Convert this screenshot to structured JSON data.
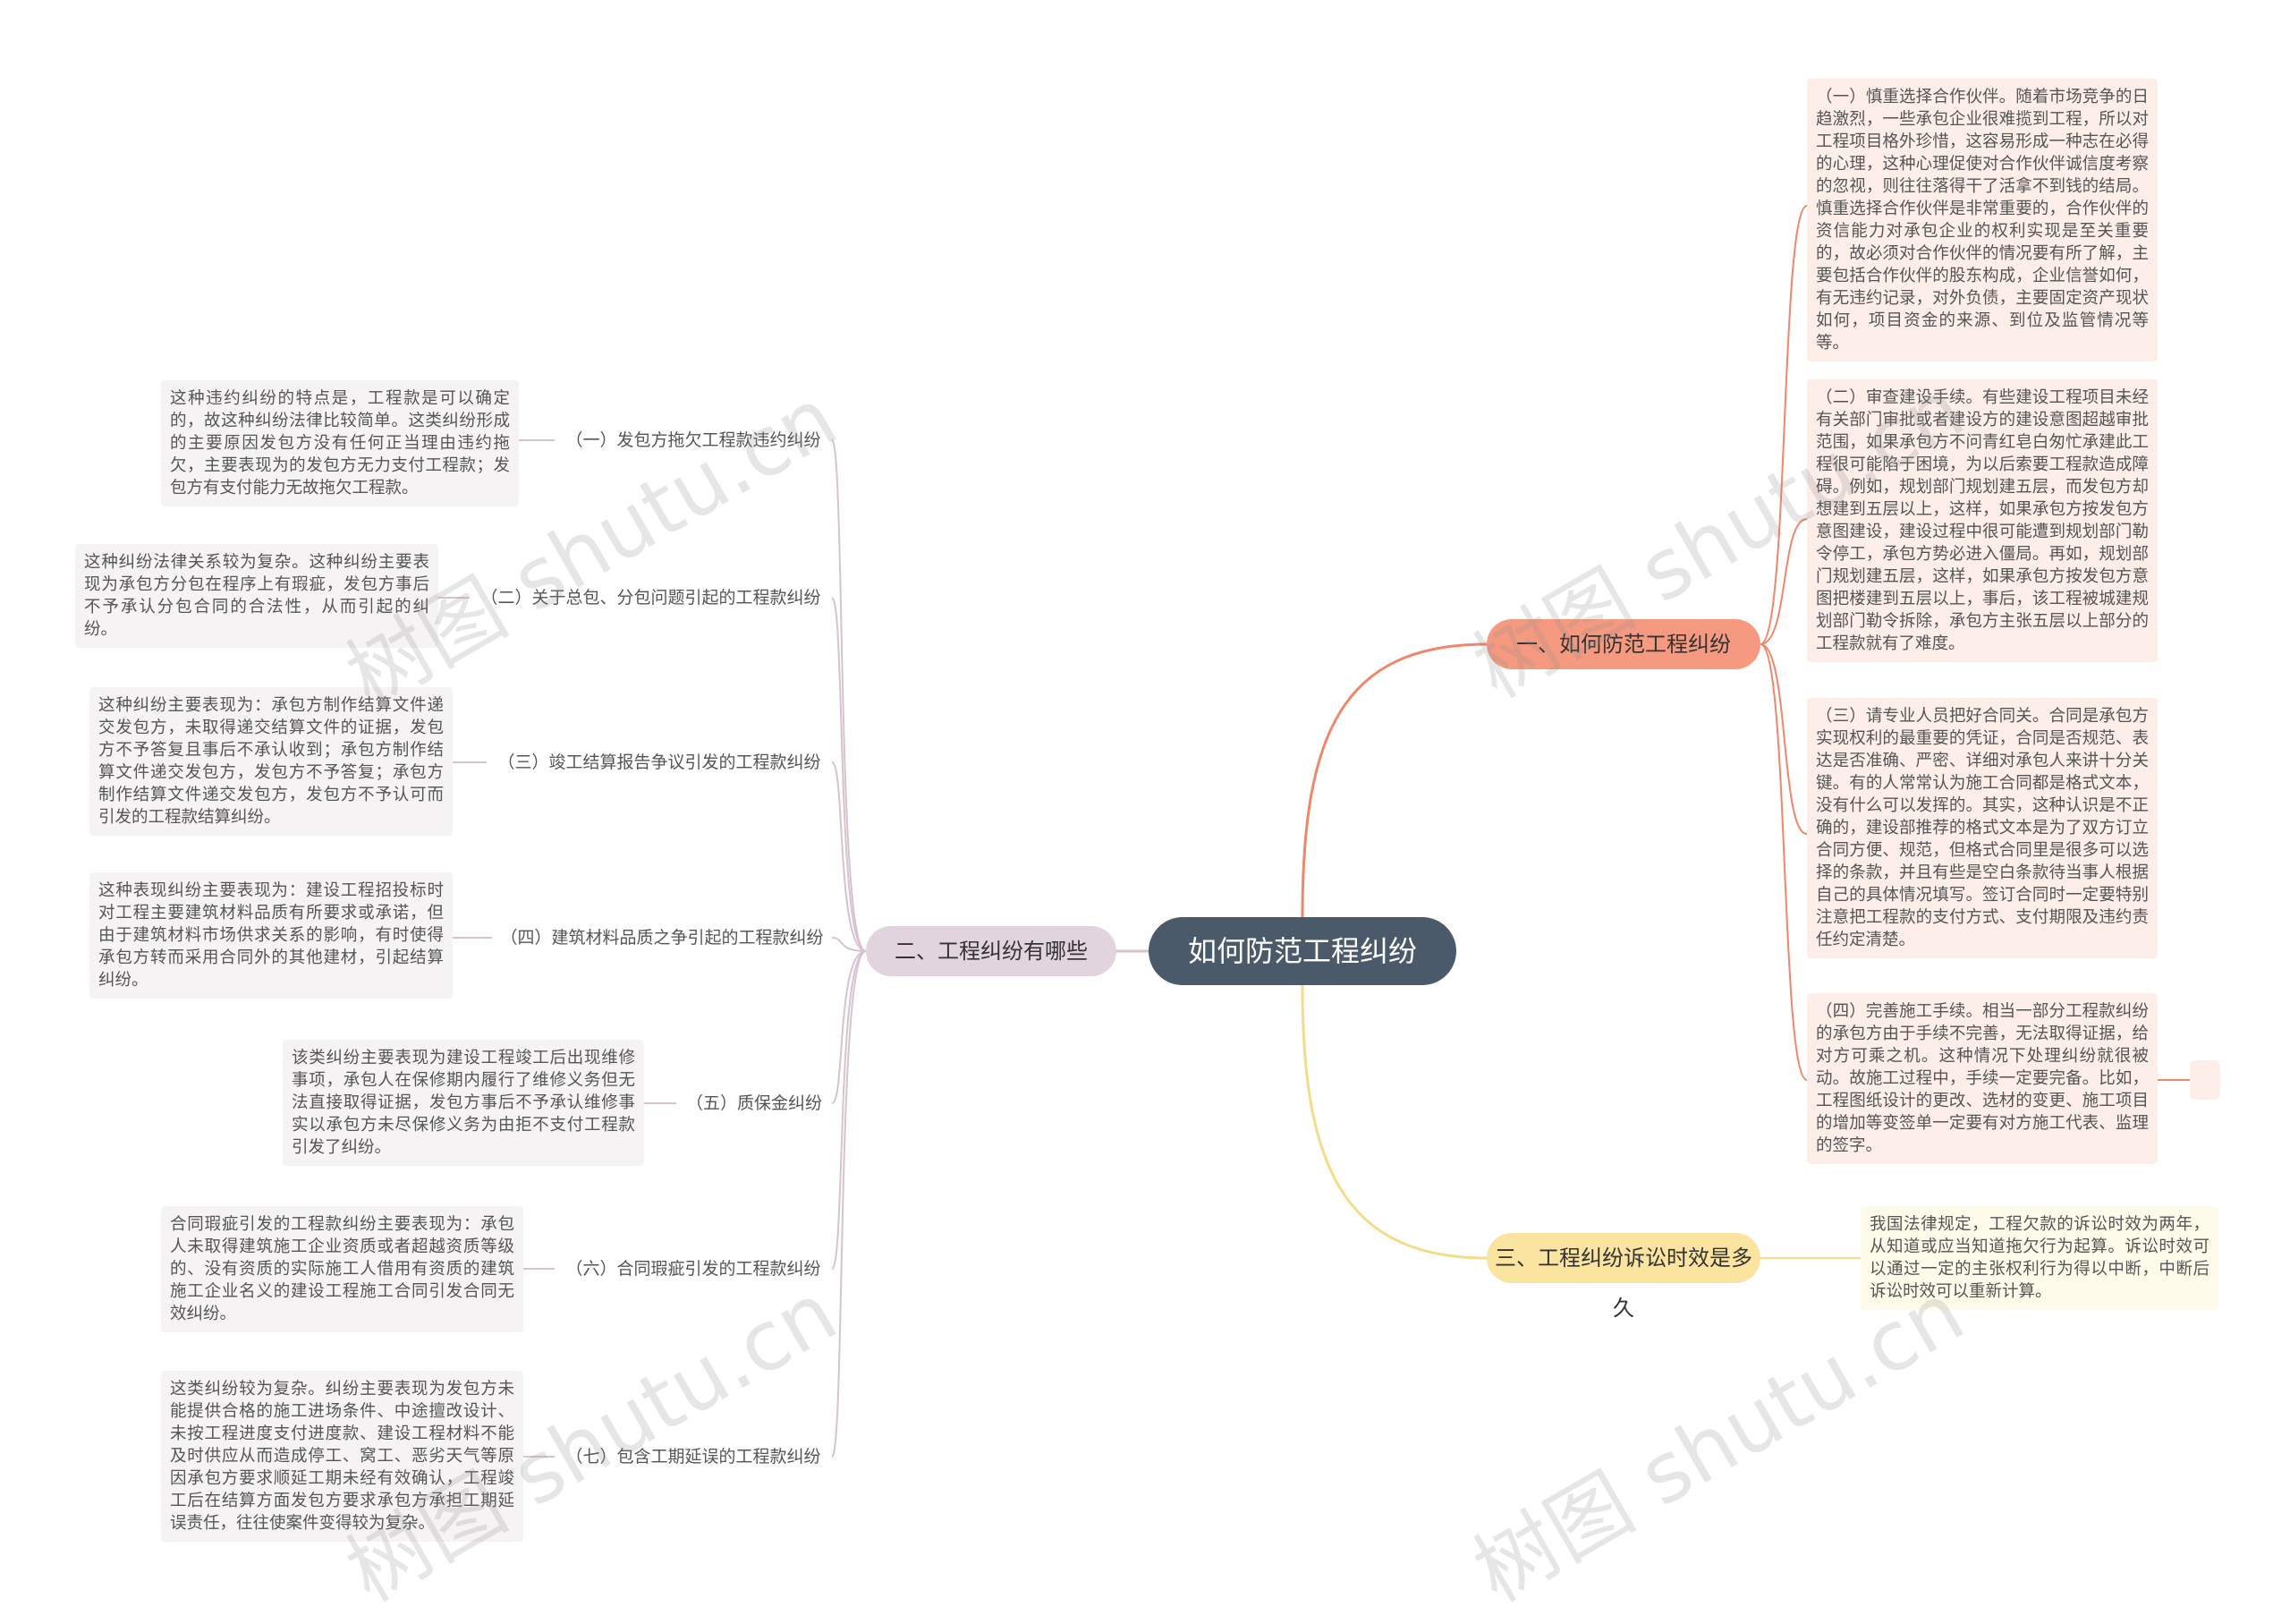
{
  "center": "如何防范工程纠纷",
  "branches": {
    "b1": "一、如何防范工程纠纷",
    "b2": "二、工程纠纷有哪些",
    "b3": "三、工程纠纷诉讼时效是多久"
  },
  "b1_texts": [
    "（一）慎重选择合作伙伴。随着市场竞争的日趋激烈，一些承包企业很难揽到工程，所以对工程项目格外珍惜，这容易形成一种志在必得的心理，这种心理促使对合作伙伴诚信度考察的忽视，则往往落得干了活拿不到钱的结局。慎重选择合作伙伴是非常重要的，合作伙伴的资信能力对承包企业的权利实现是至关重要的，故必须对合作伙伴的情况要有所了解，主要包括合作伙伴的股东构成，企业信誉如何，有无违约记录，对外负债，主要固定资产现状如何，项目资金的来源、到位及监管情况等等。",
    "（二）审查建设手续。有些建设工程项目未经有关部门审批或者建设方的建设意图超越审批范围，如果承包方不问青红皂白匆忙承建此工程很可能陷于困境，为以后索要工程款造成障碍。例如，规划部门规划建五层，而发包方却想建到五层以上，这样，如果承包方按发包方意图建设，建设过程中很可能遭到规划部门勒令停工，承包方势必进入僵局。再如，规划部门规划建五层，这样，如果承包方按发包方意图把楼建到五层以上，事后，该工程被城建规划部门勒令拆除，承包方主张五层以上部分的工程款就有了难度。",
    "（三）请专业人员把好合同关。合同是承包方实现权利的最重要的凭证，合同是否规范、表达是否准确、严密、详细对承包人来讲十分关键。有的人常常认为施工合同都是格式文本，没有什么可以发挥的。其实，这种认识是不正确的，建设部推荐的格式文本是为了双方订立合同方便、规范，但格式合同里是很多可以选择的条款，并且有些是空白条款待当事人根据自己的具体情况填写。签订合同时一定要特别注意把工程款的支付方式、支付期限及违约责任约定清楚。",
    "（四）完善施工手续。相当一部分工程款纠纷的承包方由于手续不完善，无法取得证据，给对方可乘之机。这种情况下处理纠纷就很被动。故施工过程中，手续一定要完备。比如，工程图纸设计的更改、选材的变更、施工项目的增加等变签单一定要有对方施工代表、监理的签字。"
  ],
  "b2_subs": [
    "（一）发包方拖欠工程款违约纠纷",
    "（二）关于总包、分包问题引起的工程款纠纷",
    "（三）竣工结算报告争议引发的工程款纠纷",
    "（四）建筑材料品质之争引起的工程款纠纷",
    "（五）质保金纠纷",
    "（六）合同瑕疵引发的工程款纠纷",
    "（七）包含工期延误的工程款纠纷"
  ],
  "b2_texts": [
    "这种违约纠纷的特点是，工程款是可以确定的，故这种纠纷法律比较简单。这类纠纷形成的主要原因发包方没有任何正当理由违约拖欠，主要表现为的发包方无力支付工程款；发包方有支付能力无故拖欠工程款。",
    "这种纠纷法律关系较为复杂。这种纠纷主要表现为承包方分包在程序上有瑕疵，发包方事后不予承认分包合同的合法性，从而引起的纠纷。",
    "这种纠纷主要表现为：承包方制作结算文件递交发包方，未取得递交结算文件的证据，发包方不予答复且事后不承认收到；承包方制作结算文件递交发包方，发包方不予答复；承包方制作结算文件递交发包方，发包方不予认可而引发的工程款结算纠纷。",
    "这种表现纠纷主要表现为：建设工程招投标时对工程主要建筑材料品质有所要求或承诺，但由于建筑材料市场供求关系的影响，有时使得承包方转而采用合同外的其他建材，引起结算纠纷。",
    "该类纠纷主要表现为建设工程竣工后出现维修事项，承包人在保修期内履行了维修义务但无法直接取得证据，发包方事后不予承认维修事实以承包方未尽保修义务为由拒不支付工程款引发了纠纷。",
    "合同瑕疵引发的工程款纠纷主要表现为：承包人未取得建筑施工企业资质或者超越资质等级的、没有资质的实际施工人借用有资质的建筑施工企业名义的建设工程施工合同引发合同无效纠纷。",
    "这类纠纷较为复杂。纠纷主要表现为发包方未能提供合格的施工进场条件、中途擅改设计、未按工程进度支付进度款、建设工程材料不能及时供应从而造成停工、窝工、恶劣天气等原因承包方要求顺延工期未经有效确认，工程竣工后在结算方面发包方要求承包方承担工期延误责任，往往使案件变得较为复杂。"
  ],
  "b3_text": "我国法律规定，工程欠款的诉讼时效为两年，从知道或应当知道拖欠行为起算。诉讼时效可以通过一定的主张权利行为得以中断，中断后诉讼时效可以重新计算。",
  "watermark": "树图 shutu.cn",
  "colors": {
    "center": "#4a5a6a",
    "b1": "#f59a80",
    "b2": "#e2d4de",
    "b3": "#fbe4a0",
    "line1": "#f0866a",
    "line2": "#d6c3cf",
    "line3": "#f5dc8a"
  }
}
